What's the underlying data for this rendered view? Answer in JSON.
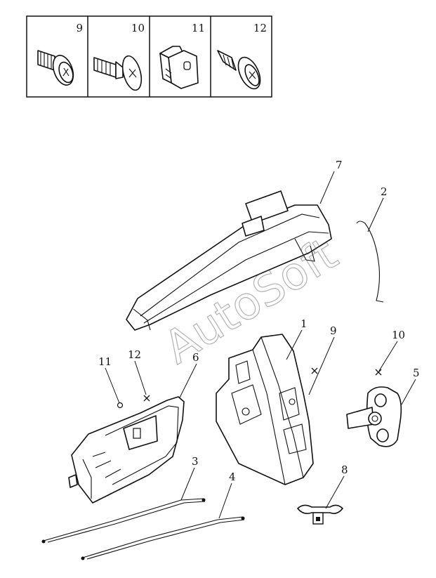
{
  "legend": {
    "cells": [
      {
        "number": "9",
        "icon": "flange-screw-icon"
      },
      {
        "number": "10",
        "icon": "countersunk-screw-icon"
      },
      {
        "number": "11",
        "icon": "clip-nut-icon"
      },
      {
        "number": "12",
        "icon": "tapping-screw-icon"
      }
    ]
  },
  "callouts": [
    "7",
    "2",
    "1",
    "9",
    "10",
    "5",
    "11",
    "12",
    "6",
    "3",
    "4",
    "8"
  ],
  "watermark": "AutoSoft",
  "colors": {
    "line": "#111111",
    "background": "#ffffff"
  }
}
